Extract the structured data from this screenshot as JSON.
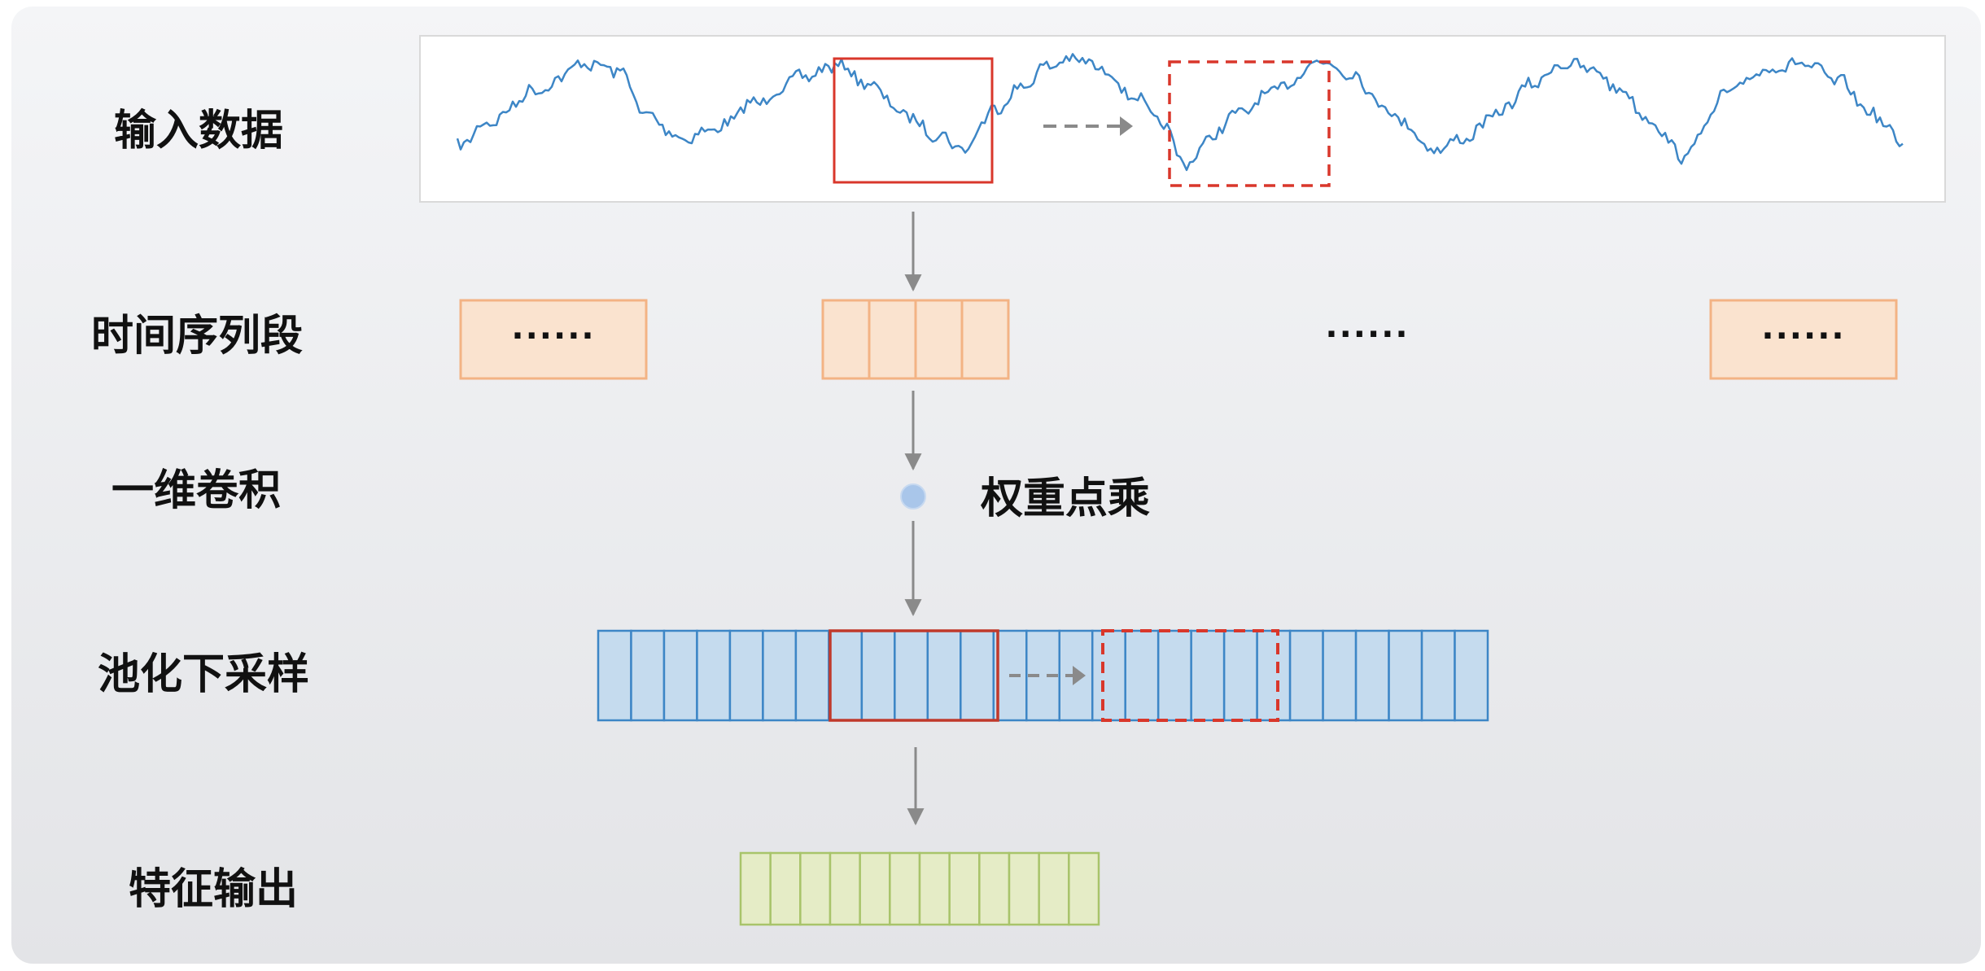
{
  "stages": [
    {
      "label": "输入数据"
    },
    {
      "label": "时间序列段"
    },
    {
      "label": "一维卷积"
    },
    {
      "label": "池化下采样"
    },
    {
      "label": "特征输出"
    }
  ],
  "operation_label": "权重点乘",
  "ellipsis": "······",
  "colors": {
    "signal_line": "#3d86c6",
    "window_solid": "#d9372b",
    "window_dashed": "#d9372b",
    "segment_fill": "#fae3cf",
    "segment_border": "#f3b384",
    "pool_fill": "#c5dbee",
    "pool_border": "#3d86c6",
    "output_fill": "#e5ecc6",
    "output_border": "#a8c46a",
    "arrow": "#8a8a8a",
    "dot": "#a9c6ea"
  }
}
